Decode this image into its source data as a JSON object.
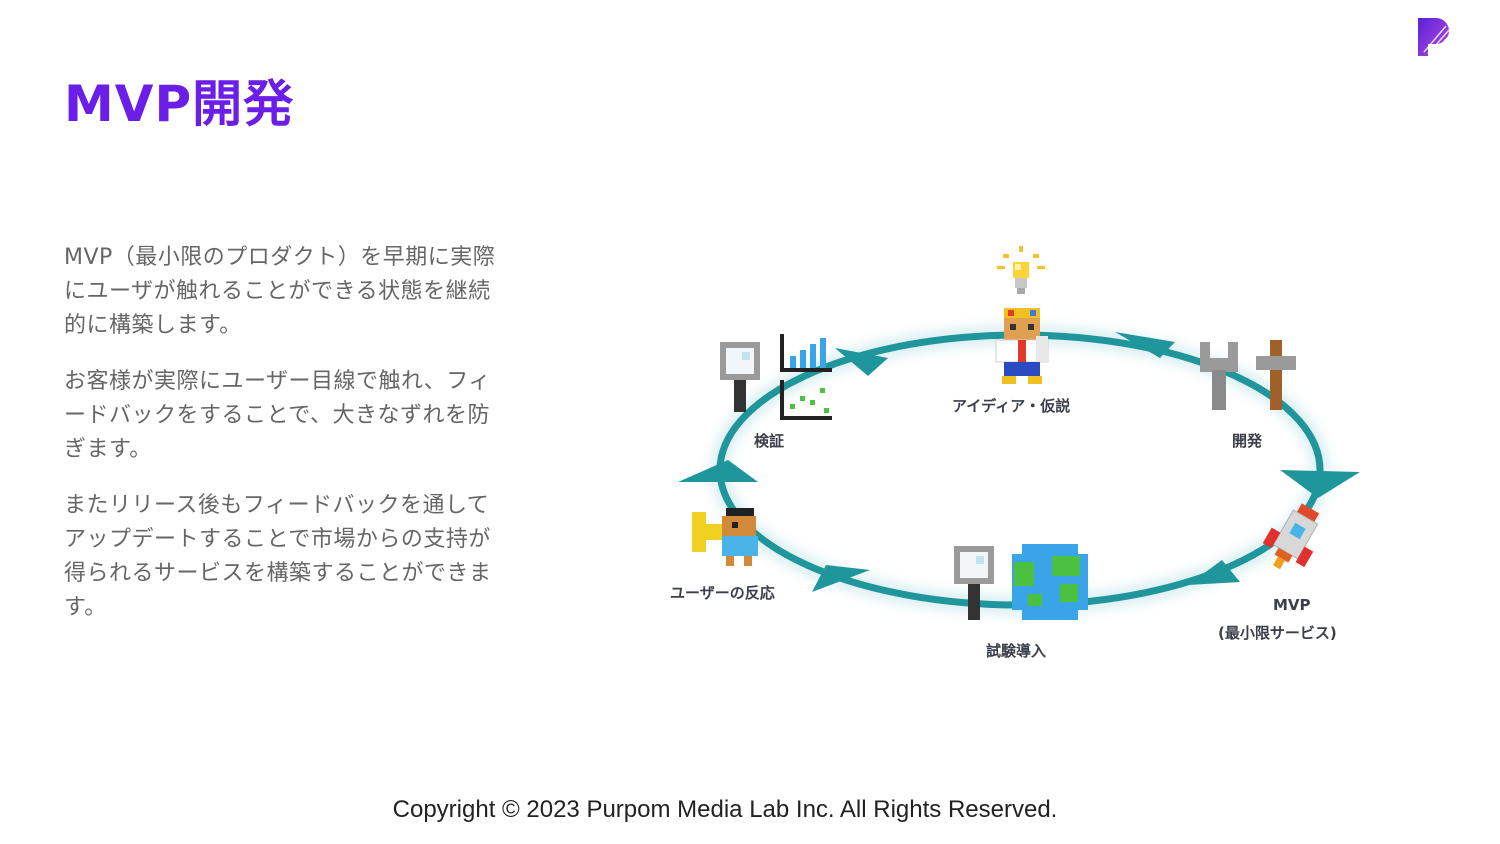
{
  "slide": {
    "title": "MVP開発",
    "paragraphs": [
      "MVP（最小限のプロダクト）を早期に実際にユーザが触れることができる状態を継続的に構築します。",
      "お客様が実際にユーザー目線で触れ、フィードバックをすることで、大きなずれを防ぎます。",
      "またリリース後もフィードバックを通してアップデートすることで市場からの支持が得られるサービスを構築することができます。"
    ],
    "footer": "Copyright © 2023 Purpom Media Lab Inc. All Rights Reserved."
  },
  "diagram": {
    "ring_color": "#1f969c",
    "stages": {
      "idea": "アイディア・仮説",
      "develop": "開発",
      "mvp_line1": "MVP",
      "mvp_line2": "(最小限サービス)",
      "trial": "試験導入",
      "reaction": "ユーザーの反応",
      "verify": "検証"
    }
  },
  "brand": {
    "logo_icon": "purpom-p-logo-icon",
    "accent": "#6a1ee8"
  }
}
